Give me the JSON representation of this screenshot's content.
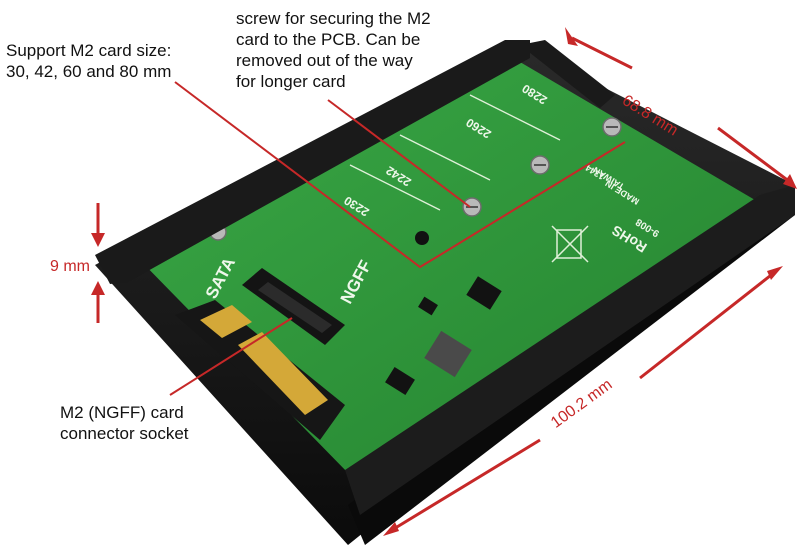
{
  "annotations": {
    "card_size": "Support M2 card size:\n30, 42, 60 and 80 mm",
    "screw": "screw for securing the M2\ncard to the PCB. Can be\nremoved out of the way\nfor longer card",
    "connector": "M2 (NGFF) card\nconnector socket"
  },
  "dimensions": {
    "height": "9 mm",
    "width": "68.8 mm",
    "length": "100.2 mm"
  },
  "board_markings": {
    "pos_2280": "2280",
    "pos_2260": "2260",
    "pos_2242": "2242",
    "pos_2230": "2230",
    "ngff": "NGFF",
    "sata": "SATA",
    "model": "9-008",
    "brand": "RoHS",
    "origin": "TAIWAN",
    "made": "MADE IN",
    "rev": "1344"
  },
  "colors": {
    "pcb": "#2e9a3a",
    "frame": "#151515",
    "accent": "#c62828"
  }
}
